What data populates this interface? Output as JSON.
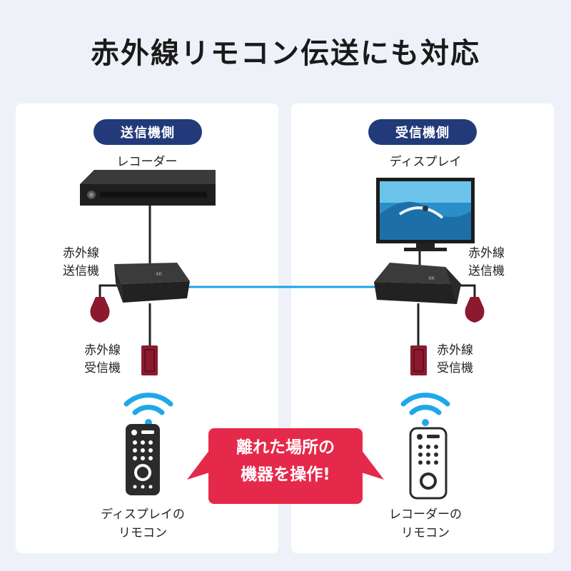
{
  "title": "赤外線リモコン伝送にも対応",
  "left": {
    "badge": "送信機側",
    "device": "レコーダー",
    "ir_transmitter": [
      "赤外線",
      "送信機"
    ],
    "ir_receiver": [
      "赤外線",
      "受信機"
    ],
    "remote": [
      "ディスプレイの",
      "リモコン"
    ],
    "unit_mark": "4K"
  },
  "right": {
    "badge": "受信機側",
    "device": "ディスプレイ",
    "ir_transmitter": [
      "赤外線",
      "送信機"
    ],
    "ir_receiver": [
      "赤外線",
      "受信機"
    ],
    "remote": [
      "レコーダーの",
      "リモコン"
    ],
    "unit_mark": "4K"
  },
  "callout": [
    "離れた場所の",
    "機器を操作!"
  ],
  "colors": {
    "badge": "#223a7a",
    "callout": "#e5294b",
    "cable": "#1aa3e8",
    "ir_part": "#8b1a2e",
    "wifi": "#1fa8e8"
  },
  "icons": [
    "recorder-icon",
    "tv-icon",
    "extender-unit-icon",
    "ir-transmitter-icon",
    "ir-receiver-icon",
    "wifi-signal-icon",
    "remote-control-icon"
  ]
}
